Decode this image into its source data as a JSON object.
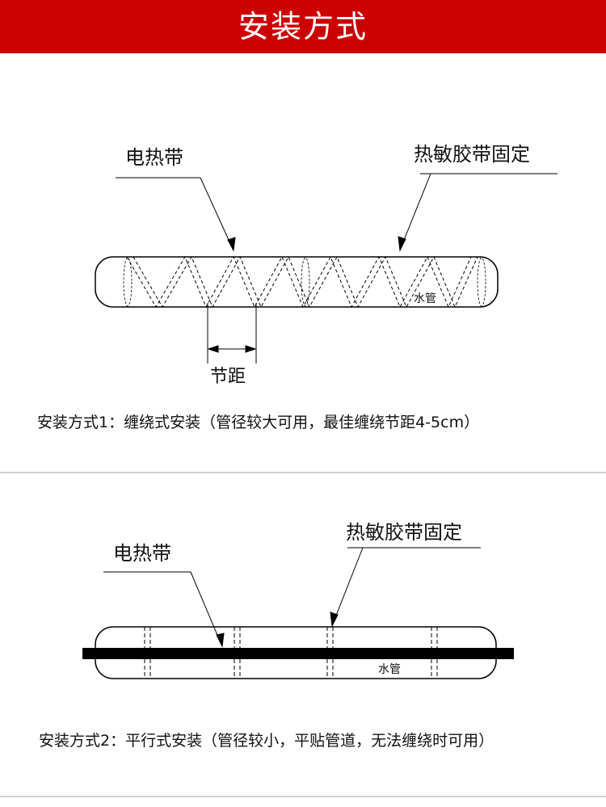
{
  "header": {
    "title": "安装方式",
    "bg_color": "#cc0000"
  },
  "method1": {
    "label_heating_cable": "电热带",
    "label_tape": "热敏胶带固定",
    "label_pipe": "水管",
    "label_pitch": "节距",
    "caption": "安装方式1：缠绕式安装（管径较大可用，最佳缠绕节距4-5cm）"
  },
  "method2": {
    "label_heating_cable": "电热带",
    "label_tape": "热敏胶带固定",
    "label_pipe": "水管",
    "caption": "安装方式2：平行式安装（管径较小，平贴管道，无法缠绕时可用）"
  }
}
